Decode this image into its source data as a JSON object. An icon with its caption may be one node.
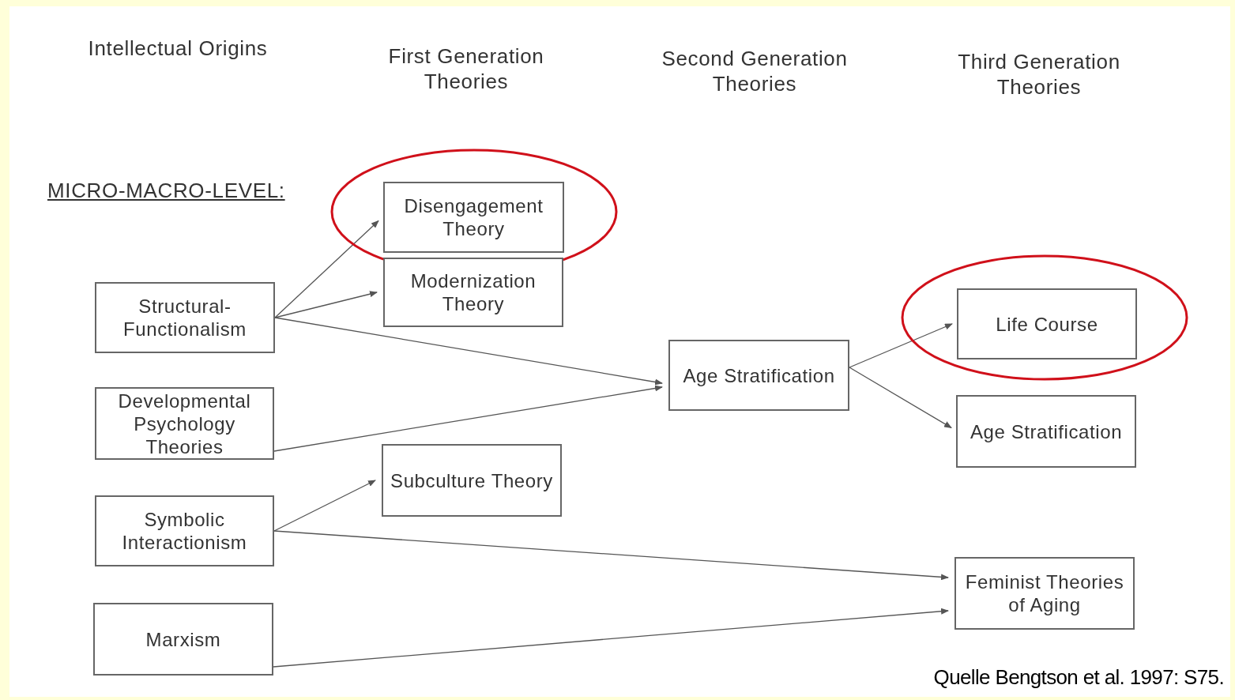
{
  "diagram": {
    "caption": "Quelle Bengtson et al. 1997: S75.",
    "nodes": [
      {
        "text": [
          "Structural-Functionalism"
        ]
      },
      {
        "text": [
          "Developmental Psychology Theories"
        ]
      },
      {
        "text": [
          "Symbolic Interactionism"
        ]
      },
      {
        "text": [
          "Marxism"
        ]
      },
      {
        "text": [
          "Disengagement Theory"
        ]
      },
      {
        "text": [
          "Modernization Theory"
        ]
      },
      {
        "text": [
          "Subculture Theory"
        ]
      },
      {
        "text": [
          "Age Stratification"
        ]
      },
      {
        "text": [
          "Life Course"
        ]
      },
      {
        "text": [
          "Age Stratification"
        ]
      },
      {
        "text": [
          "Feminist Theories of Aging"
        ]
      }
    ],
    "edges": [
      {
        "from": 0,
        "to": 4,
        "arrow": "to"
      },
      {
        "from": 0,
        "to": 5,
        "arrow": "to"
      },
      {
        "from": 0,
        "to": 7,
        "arrow": "to"
      },
      {
        "from": 1,
        "to": 7,
        "arrow": "to"
      },
      {
        "from": 2,
        "to": 6,
        "arrow": "to"
      },
      {
        "from": 2,
        "to": 10,
        "arrow": "to"
      },
      {
        "from": 3,
        "to": 10,
        "arrow": "to"
      },
      {
        "from": 7,
        "to": 8,
        "arrow": "to"
      },
      {
        "from": 7,
        "to": 9,
        "arrow": "to"
      }
    ],
    "labels": [
      "Intellectual Origins",
      "First Generation Theories",
      "Second Generation Theories",
      "Third Generation Theories",
      "MICRO-MACRO-LEVEL:"
    ]
  }
}
